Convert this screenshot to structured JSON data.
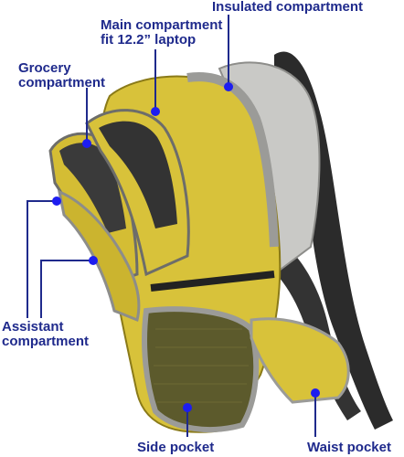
{
  "image": {
    "subject": "backpack-photo",
    "colors": {
      "yellow": "#d8c23a",
      "yellow_dark": "#a8921a",
      "gray": "#c9c9c6",
      "black": "#2b2b2b",
      "label": "#1f2a8c",
      "dot": "#1d1df0"
    }
  },
  "callouts": {
    "insulated": "Insulated  compartment",
    "main_line1": "Main compartment",
    "main_line2": "fit 12.2” laptop",
    "grocery_line1": "Grocery",
    "grocery_line2": "compartment",
    "assistant_line1": "Assistant",
    "assistant_line2": "compartment",
    "side": "Side pocket",
    "waist": "Waist pocket"
  }
}
